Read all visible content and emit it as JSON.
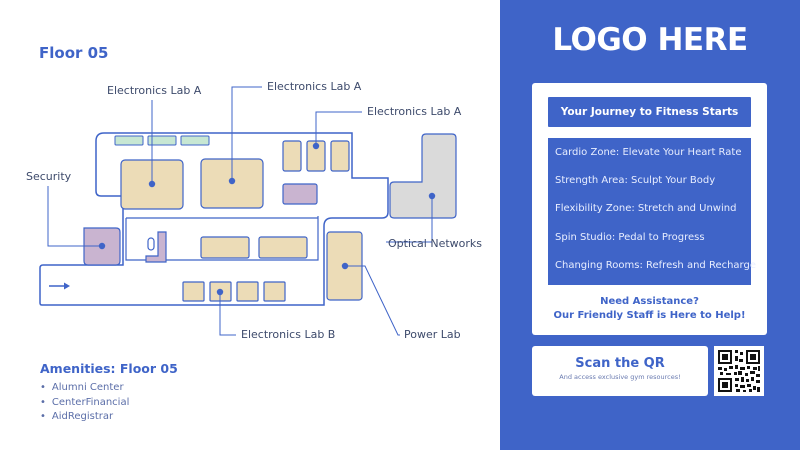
{
  "floor": {
    "title": "Floor 05",
    "labels": {
      "electronics_lab_a_1": "Electronics Lab A",
      "electronics_lab_a_2": "Electronics Lab A",
      "electronics_lab_a_3": "Electronics Lab A",
      "security": "Security",
      "optical_networks": "Optical Networks",
      "electronics_lab_b": "Electronics Lab B",
      "power_lab": "Power Lab"
    }
  },
  "amenities": {
    "title": "Amenities: Floor 05",
    "items": [
      "Alumni Center",
      "CenterFinancial",
      "AidRegistrar"
    ]
  },
  "brand": {
    "logo_text": "LOGO HERE"
  },
  "promo": {
    "headline": "Your Journey to Fitness Starts Here!",
    "zones": [
      "Cardio Zone: Elevate Your Heart Rate",
      "Strength Area: Sculpt Your Body",
      "Flexibility Zone: Stretch and Unwind",
      "Spin Studio: Pedal to Progress",
      "Changing Rooms: Refresh and Recharge"
    ],
    "assist_line1": "Need Assistance?",
    "assist_line2": "Our Friendly Staff is Here to Help!"
  },
  "scan": {
    "title": "Scan the QR",
    "subtitle": "And access exclusive gym resources!"
  },
  "colors": {
    "accent": "#3f64c8",
    "room_fill": "#ecdcb7",
    "security_fill": "#c9b4d0",
    "optical_fill": "#dadada",
    "window_fill": "#c7e7d3",
    "outline": "#3f64c8"
  }
}
